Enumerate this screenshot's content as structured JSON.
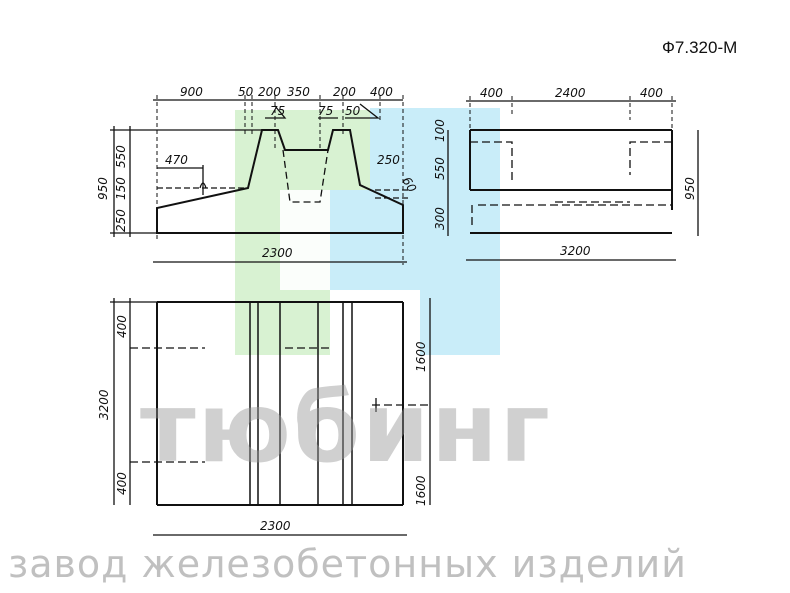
{
  "product_code": "Ф7.320-М",
  "watermark": {
    "title": "тюбинг",
    "subtitle": "завод железобетонных изделий",
    "colors": {
      "green": "#d6f0d0",
      "blue": "#c8ecf8"
    }
  },
  "front_view": {
    "top_dims": [
      "900",
      "50",
      "200",
      "350",
      "200",
      "400"
    ],
    "slopes": [
      "75",
      "75",
      "50"
    ],
    "left_dims": [
      "950",
      "550",
      "150",
      "250"
    ],
    "inner_dims": [
      "470",
      "250",
      "60"
    ],
    "bottom_dim": "2300"
  },
  "side_view": {
    "top_dims": [
      "400",
      "2400",
      "400"
    ],
    "left_dims": [
      "100",
      "550",
      "300"
    ],
    "right_dim": "950",
    "bottom_dim": "3200"
  },
  "plan_view": {
    "left_dims": [
      "3200",
      "400",
      "400"
    ],
    "right_dims": [
      "1600",
      "1600"
    ],
    "bottom_dim": "2300"
  }
}
